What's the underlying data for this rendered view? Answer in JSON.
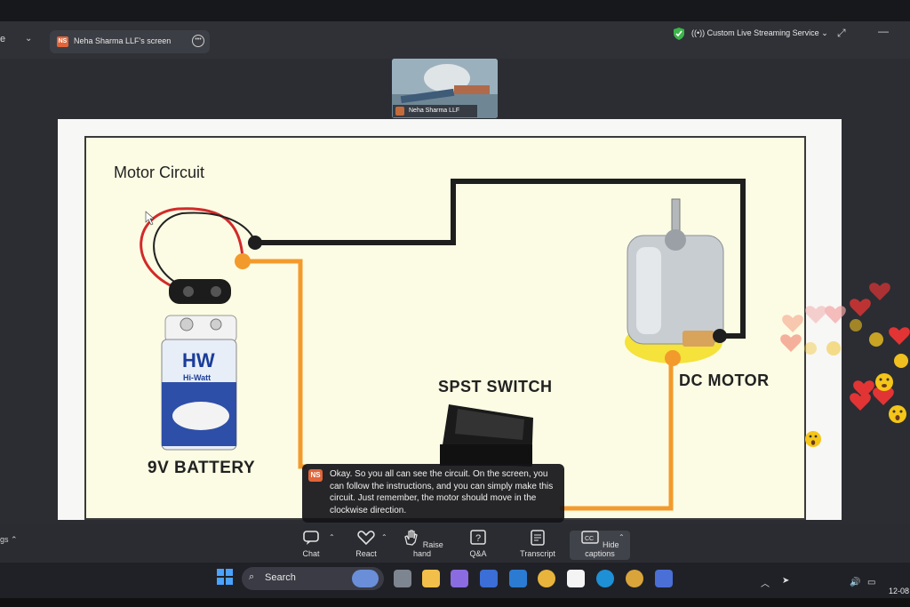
{
  "window": {
    "prev_tab_fragment": "e",
    "share_tab_badge": "NS",
    "share_tab_title": "Neha Sharma LLF's screen",
    "streaming_label": "Custom Live Streaming Service"
  },
  "thumbnail": {
    "participant_name": "Neha Sharma LLF"
  },
  "slide": {
    "title": "Motor Circuit",
    "battery_label": "9V BATTERY",
    "switch_label": "SPST SWITCH",
    "motor_label": "DC MOTOR",
    "battery_brand": "HW",
    "battery_brand_text": "Hi-Watt"
  },
  "caption": {
    "avatar": "NS",
    "text": "Okay. So you all can see the circuit. On the screen, you can follow the instructions, and you can simply make this circuit. Just remember, the motor should move in the clockwise direction."
  },
  "toolbar": {
    "left_fragment": "gs",
    "items": [
      {
        "label": "Chat"
      },
      {
        "label": "React"
      },
      {
        "label": "Raise hand"
      },
      {
        "label": "Q&A"
      },
      {
        "label": "Transcript"
      },
      {
        "label": "Hide captions"
      }
    ]
  },
  "taskbar": {
    "search_label": "Search",
    "clock": "12-08"
  },
  "colors": {
    "wire_black": "#1e1e1e",
    "wire_orange": "#f39a2c",
    "slide_bg": "#fcfce4",
    "accent_badge": "#e0653a"
  }
}
